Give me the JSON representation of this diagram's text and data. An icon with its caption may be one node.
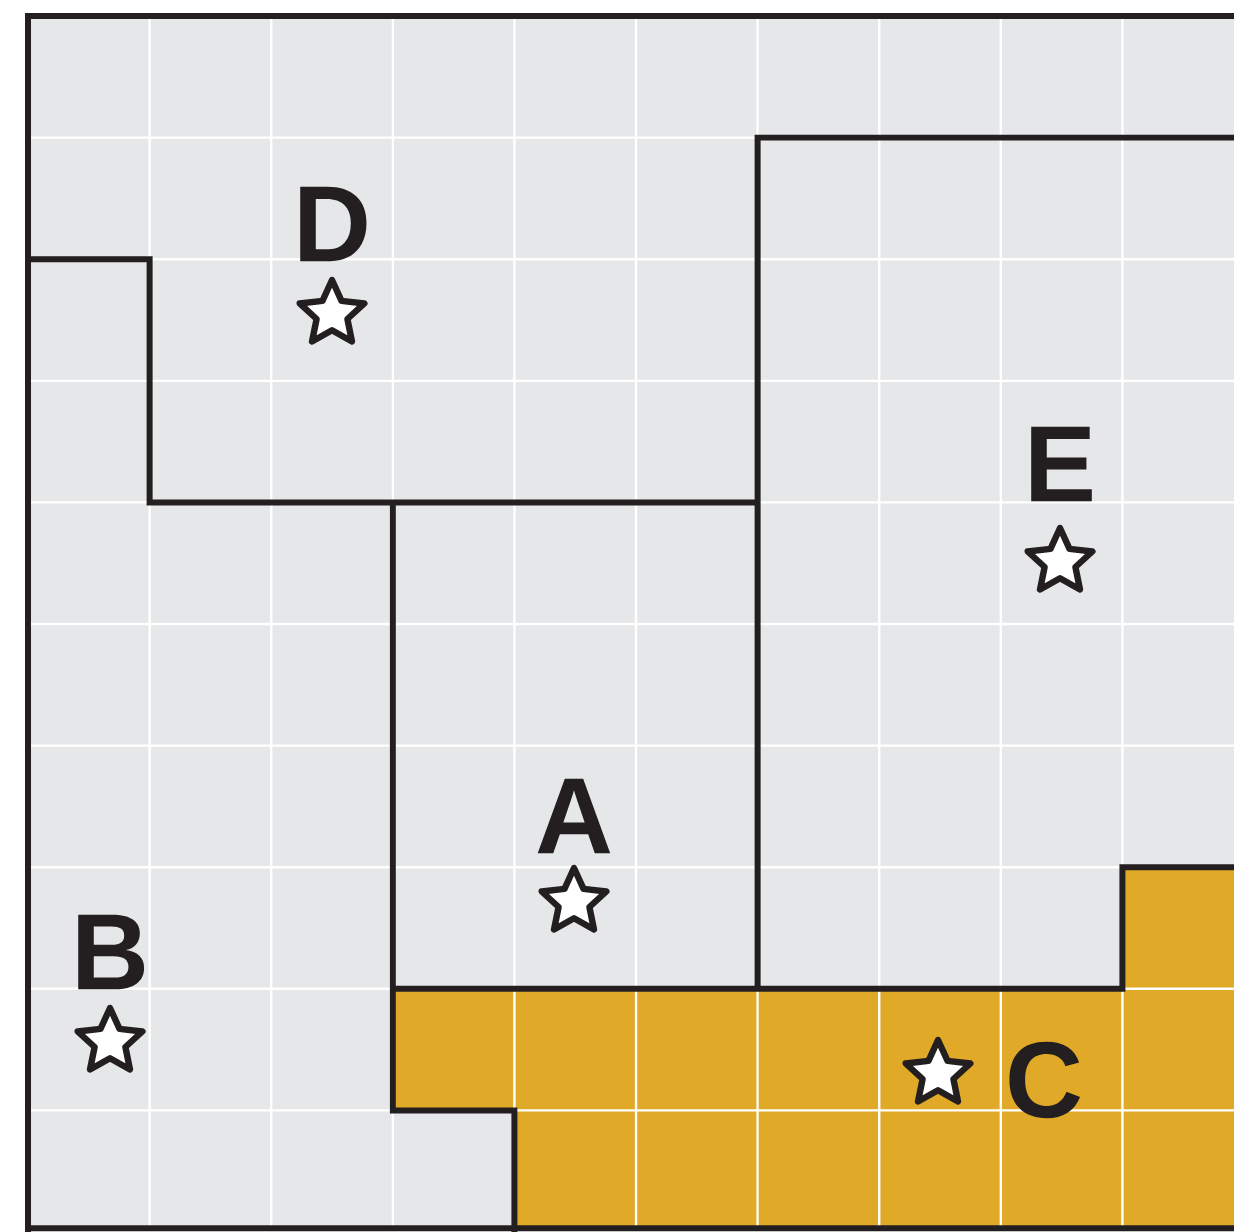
{
  "diagram": {
    "labels": [
      "D",
      "E",
      "A",
      "B",
      "C"
    ]
  }
}
